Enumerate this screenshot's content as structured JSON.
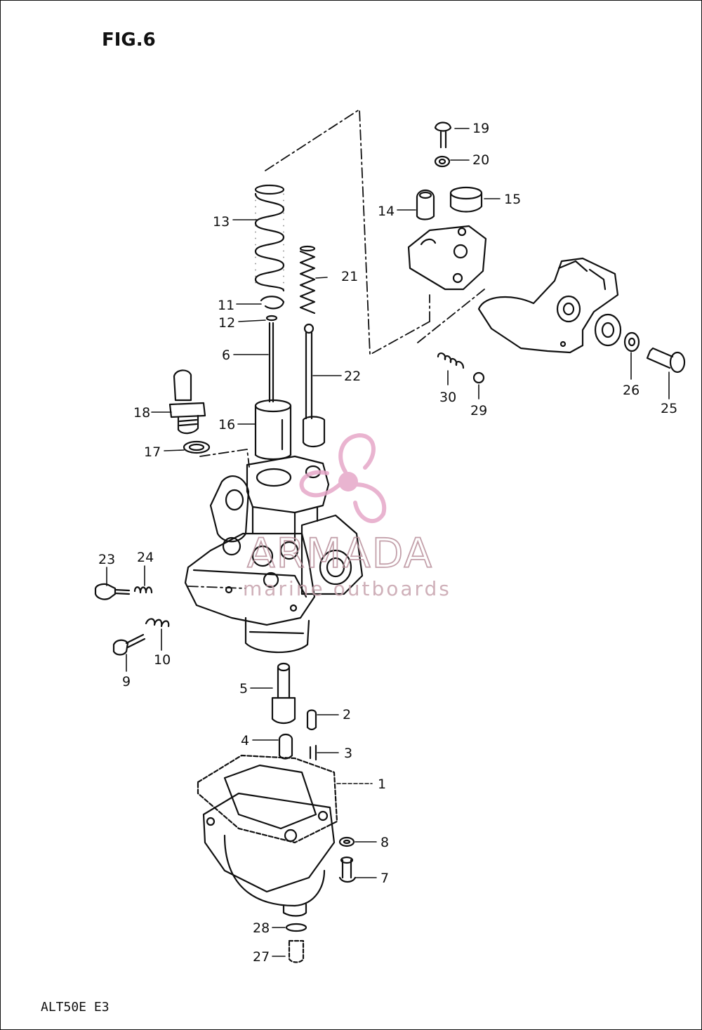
{
  "figure": {
    "title": "FIG.6",
    "model_code": "ALT50E  E3"
  },
  "watermark": {
    "brand": "ARMADA",
    "tagline": "marine outboards",
    "color": "#c7a3ad",
    "logo_color": "#e6a7c8"
  },
  "callouts": [
    {
      "id": "1",
      "label": "1"
    },
    {
      "id": "2",
      "label": "2"
    },
    {
      "id": "3",
      "label": "3"
    },
    {
      "id": "4",
      "label": "4"
    },
    {
      "id": "5",
      "label": "5"
    },
    {
      "id": "6",
      "label": "6"
    },
    {
      "id": "7",
      "label": "7"
    },
    {
      "id": "8",
      "label": "8"
    },
    {
      "id": "9",
      "label": "9"
    },
    {
      "id": "10",
      "label": "10"
    },
    {
      "id": "11",
      "label": "11"
    },
    {
      "id": "12",
      "label": "12"
    },
    {
      "id": "13",
      "label": "13"
    },
    {
      "id": "14",
      "label": "14"
    },
    {
      "id": "15",
      "label": "15"
    },
    {
      "id": "16",
      "label": "16"
    },
    {
      "id": "17",
      "label": "17"
    },
    {
      "id": "18",
      "label": "18"
    },
    {
      "id": "19",
      "label": "19"
    },
    {
      "id": "20",
      "label": "20"
    },
    {
      "id": "21",
      "label": "21"
    },
    {
      "id": "22",
      "label": "22"
    },
    {
      "id": "23",
      "label": "23"
    },
    {
      "id": "24",
      "label": "24"
    },
    {
      "id": "25",
      "label": "25"
    },
    {
      "id": "26",
      "label": "26"
    },
    {
      "id": "27",
      "label": "27"
    },
    {
      "id": "28",
      "label": "28"
    },
    {
      "id": "29",
      "label": "29"
    },
    {
      "id": "30",
      "label": "30"
    }
  ]
}
